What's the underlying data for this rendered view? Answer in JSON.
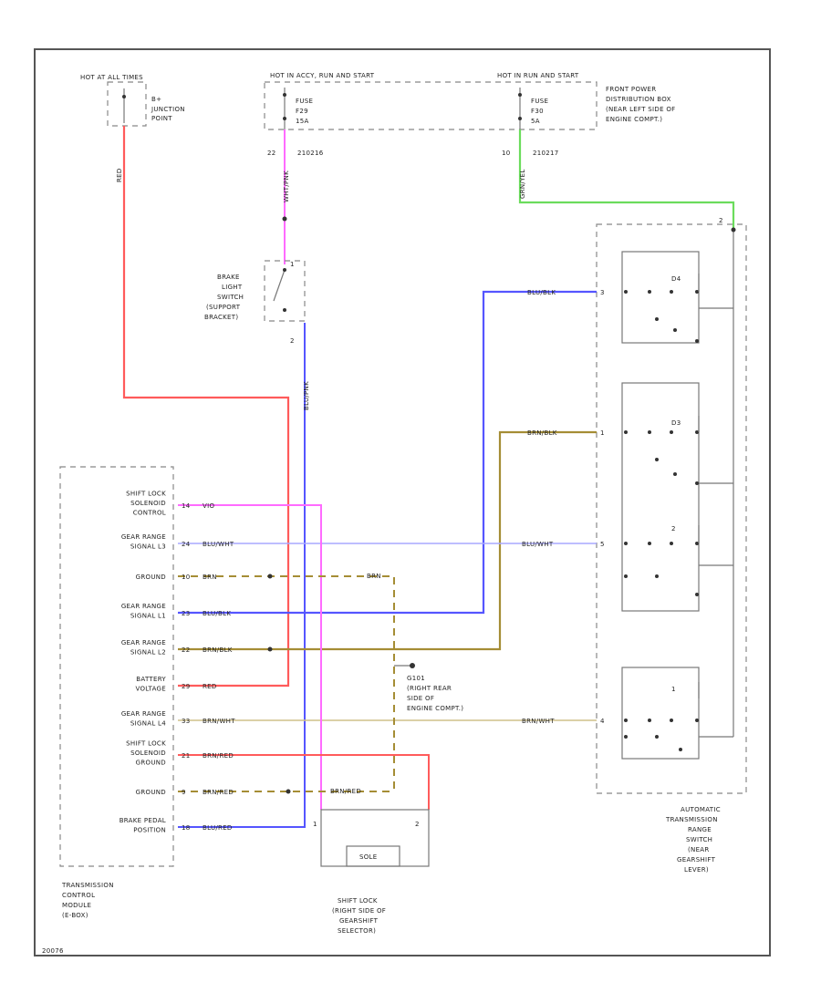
{
  "diagram_id": "20076",
  "power_box": {
    "hot_at_all_times": "HOT AT ALL TIMES",
    "junction_label": [
      "B+",
      "JUNCTION",
      "POINT"
    ],
    "hot_run_start": "HOT IN ACCY, RUN AND START",
    "hot_run_start_2": "HOT IN RUN AND START",
    "fuse_a": [
      "FUSE",
      "F29",
      "15A"
    ],
    "fuse_b": [
      "FUSE",
      "F30",
      "5A"
    ],
    "fuse_a_pin": "22",
    "fuse_a_conn": "210216",
    "fuse_b_pin": "10",
    "fuse_b_conn": "210217",
    "fuse_box_label": [
      "FRONT POWER",
      "DISTRIBUTION BOX",
      "(NEAR LEFT SIDE OF",
      "ENGINE COMPT.)"
    ]
  },
  "wires": {
    "red": "RED",
    "pink_vert": "WHT/PNK",
    "green_vert": "GRN/YEL",
    "brake_out": "BLU/PNK",
    "blu_blk": "BLU/BLK",
    "brn_blk": "BRN/BLK",
    "blu_wht": "BLU/WHT",
    "brn_wht": "BRN/WHT",
    "brn_right": "BRN"
  },
  "brake_switch": {
    "label": [
      "BRAKE",
      "LIGHT",
      "SWITCH",
      "(SUPPORT",
      "BRACKET)"
    ],
    "pin_top": "1",
    "pin_bottom": "2"
  },
  "tcm": {
    "label": [
      "TRANSMISSION",
      "CONTROL",
      "MODULE",
      "(E-BOX)"
    ],
    "rows": [
      {
        "label": [
          "SHIFT LOCK",
          "SOLENOID",
          "CONTROL"
        ],
        "pin": "14",
        "wire": "VIO"
      },
      {
        "label": [
          "GEAR RANGE",
          "SIGNAL L3"
        ],
        "pin": "24",
        "wire": "BLU/WHT"
      },
      {
        "label": [
          "GROUND"
        ],
        "pin": "10",
        "wire": "BRN"
      },
      {
        "label": [
          "GEAR RANGE",
          "SIGNAL L1"
        ],
        "pin": "23",
        "wire": "BLU/BLK"
      },
      {
        "label": [
          "GEAR RANGE",
          "SIGNAL L2"
        ],
        "pin": "22",
        "wire": "BRN/BLK"
      },
      {
        "label": [
          "BATTERY",
          "VOLTAGE"
        ],
        "pin": "29",
        "wire": "RED"
      },
      {
        "label": [
          "GEAR RANGE",
          "SIGNAL L4"
        ],
        "pin": "33",
        "wire": "BRN/WHT"
      },
      {
        "label": [
          "SHIFT LOCK",
          "SOLENOID",
          "GROUND"
        ],
        "pin": "21",
        "wire": "BRN/RED"
      },
      {
        "label": [
          "GROUND"
        ],
        "pin": "9",
        "wire": "BRN/RED"
      },
      {
        "label": [
          "BRAKE PEDAL",
          "POSITION"
        ],
        "pin": "18",
        "wire": "BLU/RED"
      }
    ]
  },
  "ground": {
    "label": [
      "G101",
      "(RIGHT REAR",
      "SIDE OF",
      "ENGINE COMPT.)"
    ],
    "wire_top": "BRN",
    "wire_bottom": "BRN/RED"
  },
  "shift_lock": {
    "label": [
      "SHIFT LOCK",
      "(RIGHT SIDE OF",
      "GEARSHIFT",
      "SELECTOR)"
    ],
    "pin_left": "1",
    "pin_right": "2",
    "inner": "SOLE"
  },
  "range_switch": {
    "label": [
      "AUTOMATIC",
      "TRANSMISSION",
      "RANGE",
      "SWITCH",
      "(NEAR",
      "GEARSHIFT",
      "LEVER)"
    ],
    "pin_top": "2",
    "pins": [
      "3",
      "1",
      "5",
      "4"
    ],
    "contacts": [
      "D4",
      "D3",
      "2",
      "1"
    ]
  },
  "colors": {
    "red": "#ff5b5b",
    "pink": "#ff6bff",
    "green": "#6bdc5c",
    "blue": "#5555ff",
    "light_blue": "#a8a8ff",
    "brown": "#a58d35",
    "light_brown": "#cfc08a",
    "frame": "#555555"
  }
}
